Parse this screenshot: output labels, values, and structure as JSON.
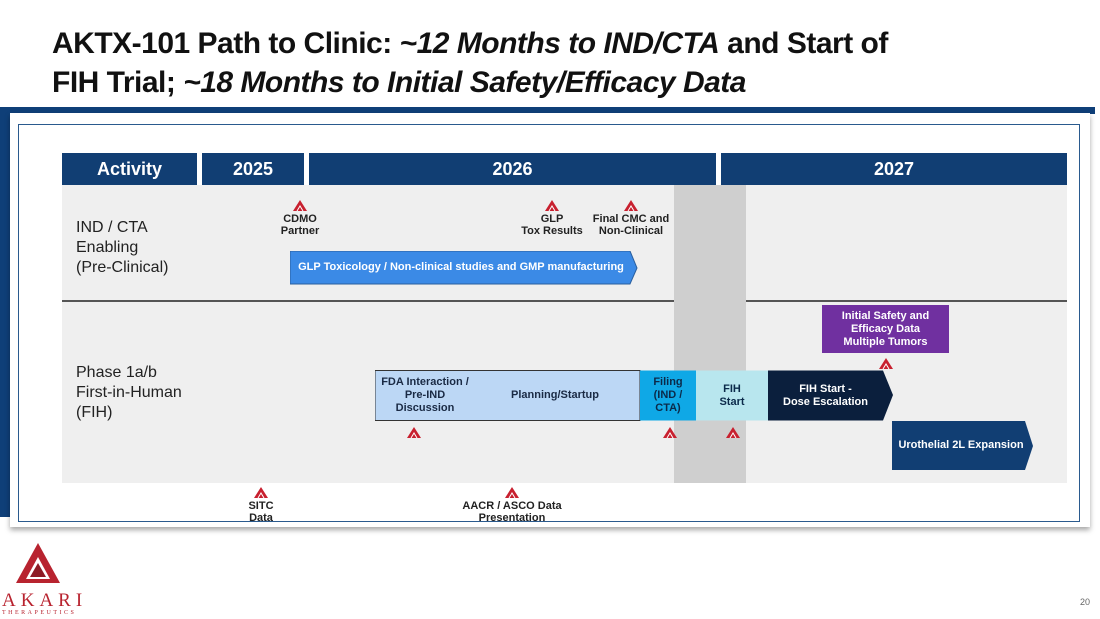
{
  "title": {
    "line1_a": "AKTX-101 Path to Clinic:  ",
    "line1_b": "~12 Months to IND/CTA",
    "line1_c": " and Start of",
    "line2_a": "FIH Trial; ",
    "line2_b": "~18 Months to Initial Safety/Efficacy Data"
  },
  "header": {
    "activity": "Activity",
    "y2025": "2025",
    "y2026": "2026",
    "y2027": "2027"
  },
  "rows": {
    "preclinical": {
      "label": "IND / CTA\nEnabling\n(Pre-Clinical)"
    },
    "fih": {
      "label": "Phase 1a/b\nFirst-in-Human\n(FIH)"
    }
  },
  "bars": {
    "glp": "GLP Toxicology / Non-clinical studies and GMP manufacturing",
    "fda": "FDA Interaction /\nPre-IND\nDiscussion",
    "planning": "Planning/Startup",
    "filing": "Filing\n(IND /\nCTA)",
    "fih_start": "FIH\nStart",
    "dose": "FIH Start -\nDose Escalation",
    "urothelial": "Urothelial 2L Expansion",
    "initial": "Initial Safety and\nEfficacy Data\nMultiple Tumors"
  },
  "milestones": {
    "cdmo": "CDMO\nPartner",
    "glp_tox": "GLP\nTox Results",
    "final_cmc": "Final CMC and\nNon-Clinical",
    "sitc": "SITC\nData",
    "aacr": "AACR / ASCO Data\nPresentation"
  },
  "logo": {
    "name": "AKARI",
    "sub": "THERAPEUTICS"
  },
  "page_number": "20",
  "colors": {
    "navy": "#113e73",
    "glp_blue": "#3b8ae6",
    "light_blue": "#bcd7f5",
    "cyan": "#0fa8e6",
    "pale_cyan": "#b8e6ee",
    "dark_navy": "#0b1f3d",
    "purple": "#7030a0",
    "marker_red": "#c8202f"
  }
}
